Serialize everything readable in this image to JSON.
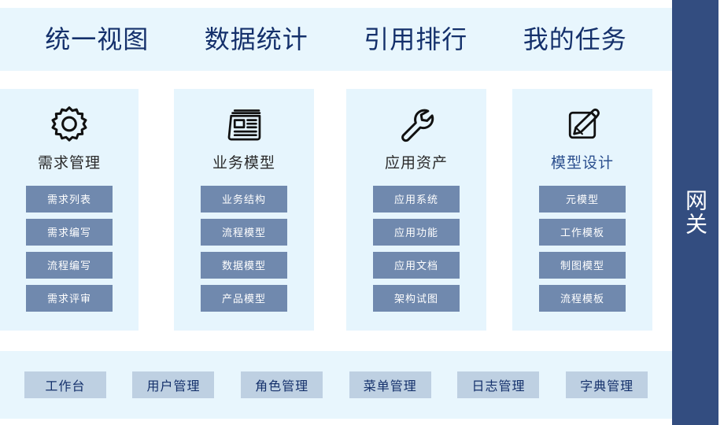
{
  "topnav": {
    "items": [
      {
        "label": "统一视图"
      },
      {
        "label": "数据统计"
      },
      {
        "label": "引用排行"
      },
      {
        "label": "我的任务"
      }
    ]
  },
  "cards": [
    {
      "icon": "gear-icon",
      "title": "需求管理",
      "title_color": "#2a2a2a",
      "buttons": [
        {
          "label": "需求列表"
        },
        {
          "label": "需求编写"
        },
        {
          "label": "流程编写"
        },
        {
          "label": "需求评审"
        }
      ]
    },
    {
      "icon": "newspaper-icon",
      "title": "业务模型",
      "title_color": "#2a2a2a",
      "buttons": [
        {
          "label": "业务结构"
        },
        {
          "label": "流程模型"
        },
        {
          "label": "数据模型"
        },
        {
          "label": "产品模型"
        }
      ]
    },
    {
      "icon": "wrench-icon",
      "title": "应用资产",
      "title_color": "#2a2a2a",
      "buttons": [
        {
          "label": "应用系统"
        },
        {
          "label": "应用功能"
        },
        {
          "label": "应用文档"
        },
        {
          "label": "架构试图"
        }
      ]
    },
    {
      "icon": "pencil-square-icon",
      "title": "模型设计",
      "title_color": "#2b4f8e",
      "buttons": [
        {
          "label": "元模型"
        },
        {
          "label": "工作模板"
        },
        {
          "label": "制图模型"
        },
        {
          "label": "流程模板"
        }
      ]
    }
  ],
  "bottombar": {
    "items": [
      {
        "label": "工作台"
      },
      {
        "label": "用户管理"
      },
      {
        "label": "角色管理"
      },
      {
        "label": "菜单管理"
      },
      {
        "label": "日志管理"
      },
      {
        "label": "字典管理"
      }
    ]
  },
  "rail": {
    "label": "网关"
  },
  "colors": {
    "panel_bg": "#e8f6fd",
    "card_bg": "#e6f5fd",
    "card_button": "#7089ae",
    "bottom_button": "#bed0e2",
    "navy_text": "#14306b",
    "rail_bg": "#334d80",
    "accent_title": "#2b4f8e"
  }
}
